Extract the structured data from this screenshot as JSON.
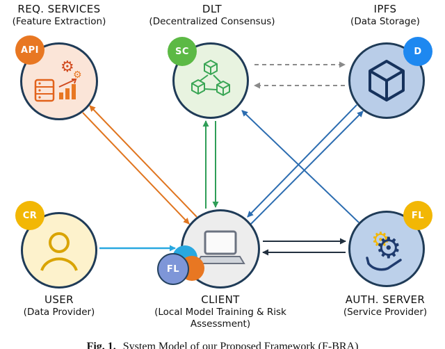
{
  "diagram": {
    "nodes": {
      "req_services": {
        "title": "REQ. SERVICES",
        "subtitle": "(Feature Extraction)",
        "badge": "API",
        "icon": "server-chart-gears-icon",
        "fill": "#fbe5d8",
        "badge_color": "#e87722"
      },
      "dlt": {
        "title": "DLT",
        "subtitle": "(Decentralized Consensus)",
        "badge": "SC",
        "icon": "blockchain-cubes-icon",
        "fill": "#e8f3e0",
        "badge_color": "#5cb945"
      },
      "ipfs": {
        "title": "IPFS",
        "subtitle": "(Data Storage)",
        "badge": "D",
        "icon": "cube-icon",
        "fill": "#b9cde8",
        "badge_color": "#1e88f0"
      },
      "user": {
        "title": "USER",
        "subtitle": "(Data Provider)",
        "badge": "CR",
        "icon": "person-icon",
        "fill": "#fdf2cc",
        "badge_color": "#f2b705"
      },
      "client": {
        "title": "CLIENT",
        "subtitle": "(Local Model Training & Risk Assessment)",
        "badge": "FL",
        "icon": "laptop-icon",
        "fill": "#ededed",
        "badge_color": "#7e96d8"
      },
      "auth_server": {
        "title": "AUTH. SERVER",
        "subtitle": "(Service Provider)",
        "badge": "FL",
        "icon": "gear-hand-icon",
        "fill": "#bcd0ea",
        "badge_color": "#f2b705"
      }
    },
    "edges": [
      {
        "from": "req_services",
        "to": "client",
        "style": "solid",
        "color": "#e0751f",
        "bidirectional": true
      },
      {
        "from": "dlt",
        "to": "client",
        "style": "solid",
        "color": "#2f9e57",
        "bidirectional": true
      },
      {
        "from": "dlt",
        "to": "ipfs",
        "style": "dashed",
        "color": "#8a8a8a",
        "bidirectional": true
      },
      {
        "from": "ipfs",
        "to": "client",
        "style": "solid",
        "color": "#2b6cb0",
        "bidirectional": true
      },
      {
        "from": "auth_server",
        "to": "dlt",
        "style": "solid",
        "color": "#2b6cb0",
        "bidirectional": false
      },
      {
        "from": "user",
        "to": "client",
        "style": "solid",
        "color": "#29a8e0",
        "bidirectional": false
      },
      {
        "from": "client",
        "to": "auth_server",
        "style": "solid",
        "color": "#22303f",
        "bidirectional": true
      }
    ],
    "palette": {
      "node_border": "#1f3b57",
      "orange": "#e0751f",
      "green": "#2f9e57",
      "gray": "#8a8a8a",
      "blue": "#2b6cb0",
      "cyan": "#29a8e0",
      "dark": "#22303f"
    },
    "caption": {
      "fig_label": "Fig. 1.",
      "text": "System Model of our Proposed Framework (F-BRA)"
    }
  }
}
